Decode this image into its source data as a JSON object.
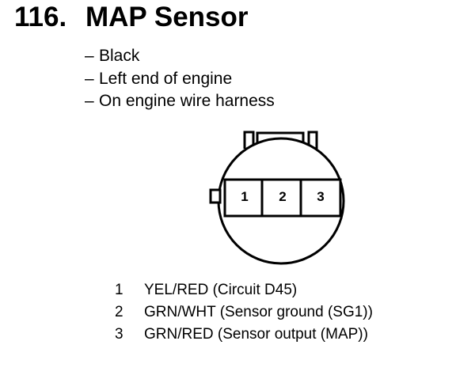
{
  "header": {
    "number": "116.",
    "title": "MAP Sensor"
  },
  "description": {
    "items": [
      "Black",
      "Left end of engine",
      "On engine wire harness"
    ]
  },
  "connector": {
    "terminals": [
      "1",
      "2",
      "3"
    ]
  },
  "pinout": [
    {
      "number": "1",
      "text": "YEL/RED (Circuit D45)"
    },
    {
      "number": "2",
      "text": "GRN/WHT (Sensor ground (SG1))"
    },
    {
      "number": "3",
      "text": "GRN/RED (Sensor output (MAP))"
    }
  ]
}
